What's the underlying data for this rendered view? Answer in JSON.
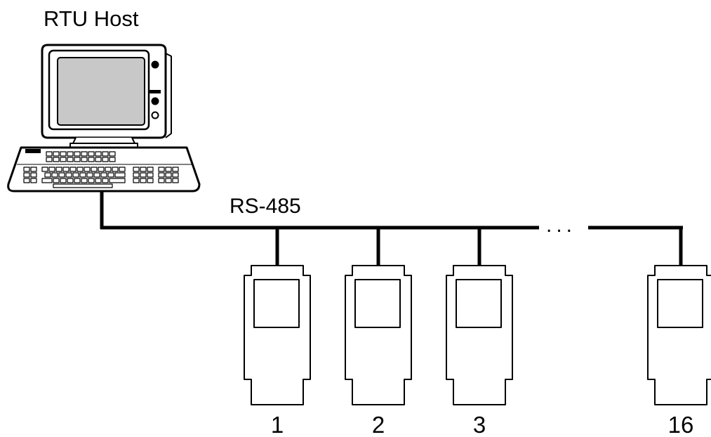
{
  "host": {
    "label": "RTU Host",
    "icon": "computer-terminal-icon"
  },
  "bus": {
    "label": "RS-485",
    "ellipsis": "..."
  },
  "devices": [
    {
      "label": "1",
      "icon": "drive-unit-icon"
    },
    {
      "label": "2",
      "icon": "drive-unit-icon"
    },
    {
      "label": "3",
      "icon": "drive-unit-icon"
    },
    {
      "label": "16",
      "icon": "drive-unit-icon"
    }
  ],
  "colors": {
    "line": "#000000",
    "screen": "#c8c8c8",
    "background": "#ffffff"
  }
}
